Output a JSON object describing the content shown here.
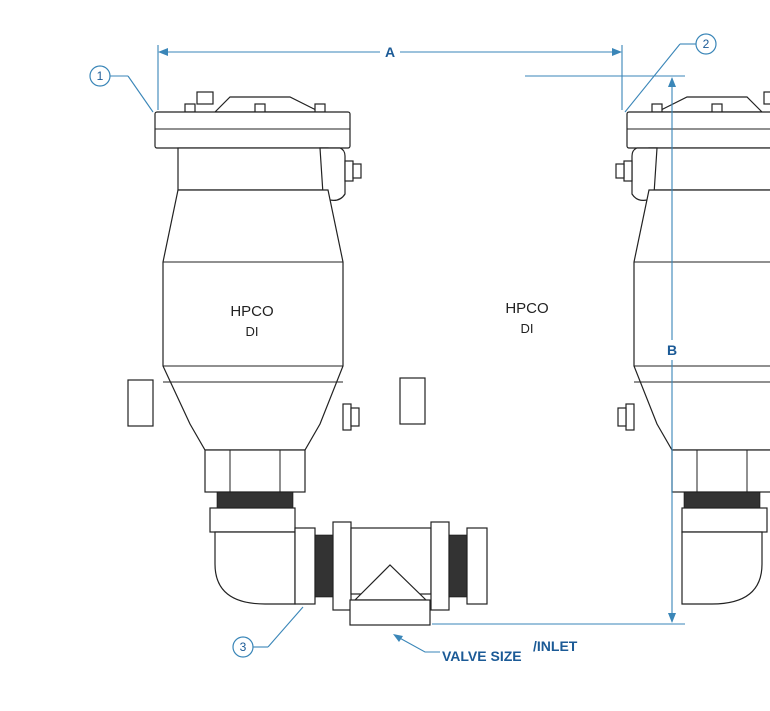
{
  "dimensions": {
    "a_label": "A",
    "b_label": "B"
  },
  "callouts": [
    "1",
    "2",
    "3"
  ],
  "valves": [
    {
      "brand": "HPCO",
      "material": "DI"
    },
    {
      "brand": "HPCO",
      "material": "DI"
    }
  ],
  "annotation": {
    "valve_size": "VALVE SIZE",
    "inlet": "/INLET"
  },
  "colors": {
    "dimension": "#3a86b8",
    "text": "#1b5a96",
    "outline": "#222222"
  }
}
